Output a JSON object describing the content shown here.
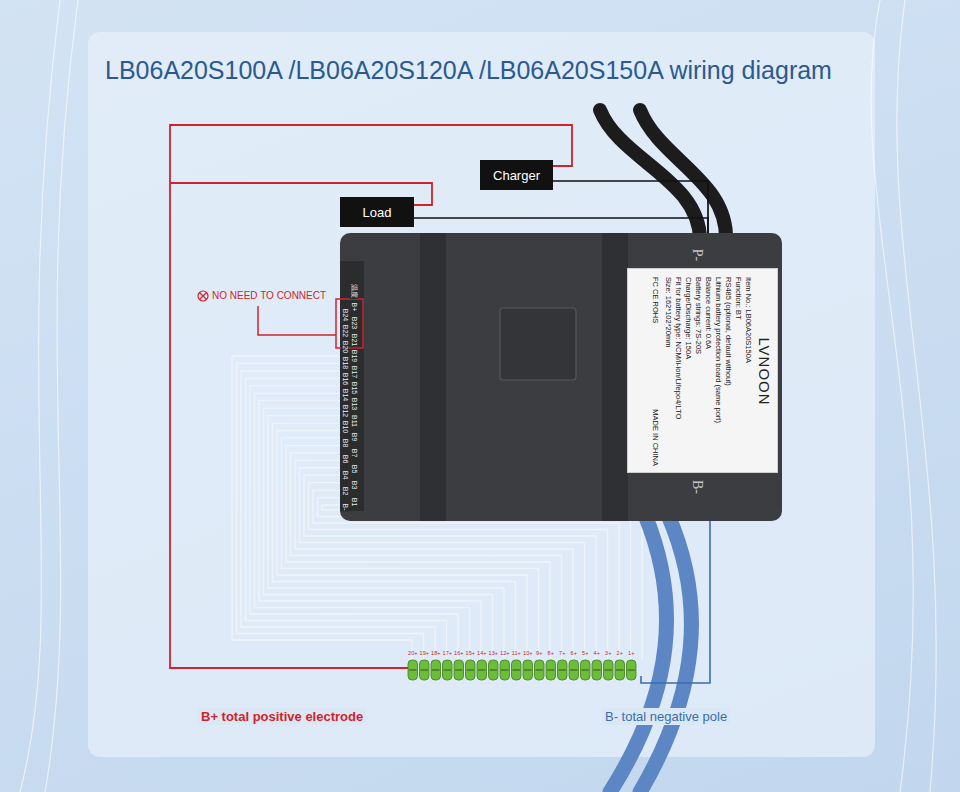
{
  "diagram": {
    "title": "LB06A20S100A /LB06A20S120A /LB06A20S150A wiring diagram",
    "nodes": [
      {
        "text": [
          "Charger"
        ]
      },
      {
        "text": [
          "Load"
        ]
      },
      {
        "text": [
          "P-",
          "B-"
        ]
      },
      {
        "text": [
          "LVNOON",
          "Item No.: LB06A20S150A",
          "Function: BT",
          "RS485 (optional, default without)",
          "Lithium battery protection board (same port)",
          "Balance current: 0.6A",
          "Battery strings: 7S-20S",
          "Charge/Discharge: 150A",
          "Fit for battery type: NCM/li-ion/Lifepo4/LTO",
          "Size: 162*102*20mm",
          "FC CE ROHS",
          "MADE IN CHINA"
        ],
        "in": 2
      }
    ],
    "edges": [
      {
        "from": 0,
        "to": 2,
        "arrow": "none"
      },
      {
        "from": 1,
        "to": 2,
        "arrow": "none"
      }
    ],
    "labels": [
      "NO NEED TO CONNECT",
      "温度",
      "B+",
      "B23",
      "B21",
      "B19",
      "B17",
      "B15",
      "B13",
      "B11",
      "B9",
      "B7",
      "B5",
      "B3",
      "B1",
      "B24",
      "B22",
      "B20",
      "B18",
      "B16",
      "B14",
      "B12",
      "B10",
      "B8",
      "B6",
      "B4",
      "B2",
      "B-",
      "20+",
      "19+",
      "18+",
      "17+",
      "16+",
      "15+",
      "14+",
      "13+",
      "12+",
      "11+",
      "10+",
      "9+",
      "8+",
      "7+",
      "6+",
      "5+",
      "4+",
      "3+",
      "2+",
      "1+",
      "B+ total positive electrode",
      "B- total negative pole"
    ]
  }
}
